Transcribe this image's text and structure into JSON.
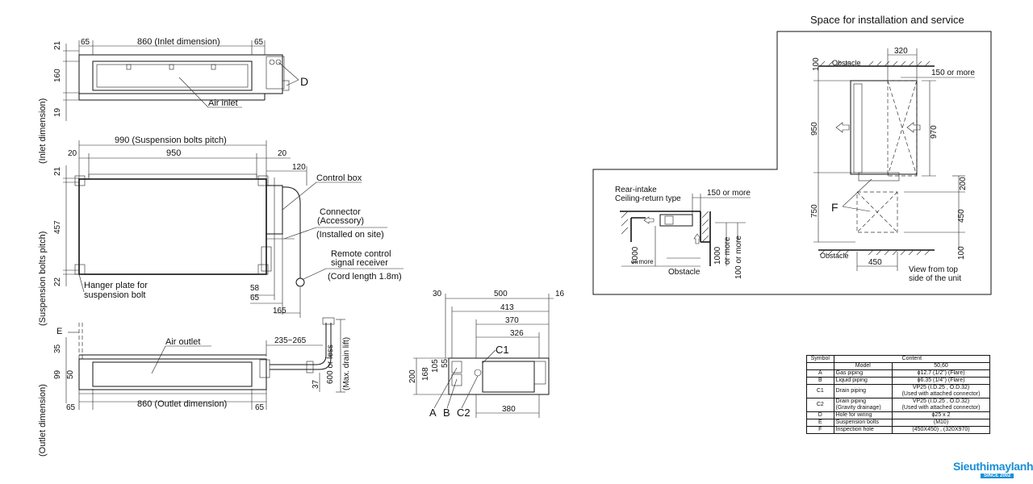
{
  "top_view": {
    "dims": {
      "left": "65",
      "inlet": "860 (Inlet dimension)",
      "right": "65"
    },
    "heights": {
      "a": "21",
      "b": "160",
      "c": "19"
    },
    "label_D": "D",
    "air_inlet": "Air inlet",
    "inlet_vertical": "(Inlet dimension)"
  },
  "middle_view": {
    "pitch": "990 (Suspension bolts pitch)",
    "left": "20",
    "width": "950",
    "right": "20",
    "h21": "21",
    "h457": "457",
    "h22": "22",
    "d120": "120",
    "d58": "58",
    "d65": "65",
    "d165": "165",
    "control_box": "Control box",
    "connector": "Connector",
    "accessory": "(Accessory)",
    "installed": "(Installed on site)",
    "remote1": "Remote control",
    "remote2": "signal receiver",
    "cord": "(Cord length 1.8m)",
    "hanger1": "Hanger plate for",
    "hanger2": "suspension bolt",
    "pitch_vertical": "(Suspension bolts pitch)"
  },
  "bottom_view": {
    "label_E": "E",
    "air_outlet": "Air outlet",
    "d235": "235~265",
    "h35": "35",
    "h99": "99",
    "h50": "50",
    "h37": "37",
    "drain": "600 or less",
    "drain2": "(Max. drain lift)",
    "left": "65",
    "outlet": "860 (Outlet dimension)",
    "right": "65",
    "outlet_vertical": "(Outlet dimension)"
  },
  "side_view": {
    "d30": "30",
    "d500": "500",
    "d16": "16",
    "d413": "413",
    "d370": "370",
    "d326": "326",
    "h200": "200",
    "h168": "168",
    "h105": "105",
    "h55": "55",
    "c1": "C1",
    "a": "A",
    "b": "B",
    "c2": "C2",
    "d380": "380"
  },
  "service_space": {
    "title": "Space for installation and service",
    "obstacle": "Obstacle",
    "d320": "320",
    "d150": "150 or more",
    "h100": "100",
    "h950": "950",
    "h970": "970",
    "h200": "200",
    "h750": "750",
    "h450": "450",
    "h100b": "100",
    "d450": "450",
    "label_F": "F",
    "view1": "View from top",
    "view2": "side of the unit",
    "rear1": "Rear-intake",
    "rear2": "Ceiling-return type",
    "rear150": "150 or more",
    "r1000a": "1000",
    "r1000a2": "or more",
    "r1000b": "1000",
    "r1000b2": "or more",
    "r100": "100 or more",
    "r_obstacle": "Obstacle"
  },
  "symbol_table": {
    "header_symbol": "Symbol",
    "header_content": "Content",
    "model_label": "Model",
    "model_value": "50,60",
    "rows": [
      {
        "symbol": "A",
        "name": "Gas piping",
        "value": "ϕ12.7 (1/2\") (Flare)"
      },
      {
        "symbol": "B",
        "name": "Liquid piping",
        "value": "ϕ6.35 (1/4\") (Flare)"
      },
      {
        "symbol": "C1",
        "name": "Drain piping",
        "value": "VP25 (I.D.25 , O.D.32)",
        "value2": "(Used with attached connector)"
      },
      {
        "symbol": "C2",
        "name": "Drain piping",
        "name2": "(Gravity drainage)",
        "value": "VP25 (I.D.25 , O.D.32)",
        "value2": "(Used with attached connector)"
      },
      {
        "symbol": "D",
        "name": "Hole for wiring",
        "value": "ϕ25 x 2"
      },
      {
        "symbol": "E",
        "name": "Suspension bolts",
        "value": "(M10)"
      },
      {
        "symbol": "F",
        "name": "Inspection hole",
        "value": "(450X450) , (320X970)"
      }
    ]
  },
  "logo": {
    "brand": "Sieuthimaylanh",
    "since": "SINCE 2002"
  },
  "colors": {
    "ink": "#111111",
    "brand": "#1a8fd6"
  }
}
